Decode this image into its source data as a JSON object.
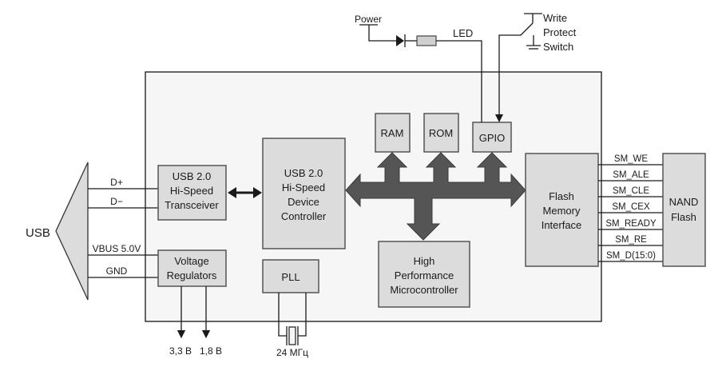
{
  "diagram": {
    "connector": {
      "label": "USB"
    },
    "usb_signals": [
      "D+",
      "D−",
      "VBUS 5.0V",
      "GND"
    ],
    "blocks": {
      "transceiver": [
        "USB 2.0",
        "Hi-Speed",
        "Transceiver"
      ],
      "controller": [
        "USB 2.0",
        "Hi-Speed",
        "Device",
        "Controller"
      ],
      "regulators": [
        "Voltage",
        "Regulators"
      ],
      "pll": [
        "PLL"
      ],
      "ram": [
        "RAM"
      ],
      "rom": [
        "ROM"
      ],
      "gpio": [
        "GPIO"
      ],
      "mcu": [
        "High",
        "Performance",
        "Microcontroller"
      ],
      "flash_if": [
        "Flash",
        "Memory",
        "Interface"
      ],
      "nand": [
        "NAND",
        "Flash"
      ]
    },
    "flash_signals": [
      "SM_WE",
      "SM_ALE",
      "SM_CLE",
      "SM_CEX",
      "SM_READY",
      "SM_RE",
      "SM_D(15:0)"
    ],
    "outputs": {
      "v33": "3,3 В",
      "v18": "1,8 В"
    },
    "crystal": "24 МГц",
    "power": "Power",
    "led": "LED",
    "switch": [
      "Write",
      "Protect",
      "Switch"
    ]
  }
}
